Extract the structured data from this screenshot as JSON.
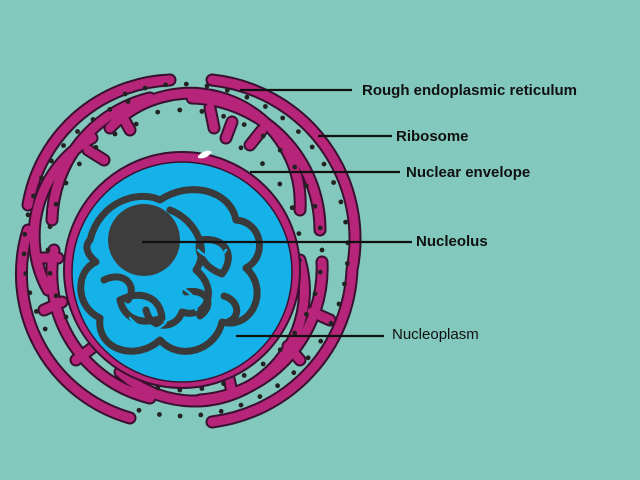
{
  "labels": {
    "rough_er": "Rough endoplasmic reticulum",
    "ribosome": "Ribosome",
    "nuclear_envelope": "Nuclear envelope",
    "nucleolus": "Nucleolus",
    "nucleoplasm": "Nucleoplasm"
  },
  "colors": {
    "background": "#82c8bc",
    "er_membrane": "#b7257a",
    "er_outline": "#3a1030",
    "nucleoplasm": "#14b2e8",
    "chromatin": "#3a3a3a",
    "nucleolus": "#3d3d3d",
    "ribosome_dot": "#222222",
    "leader_line": "#111111"
  }
}
